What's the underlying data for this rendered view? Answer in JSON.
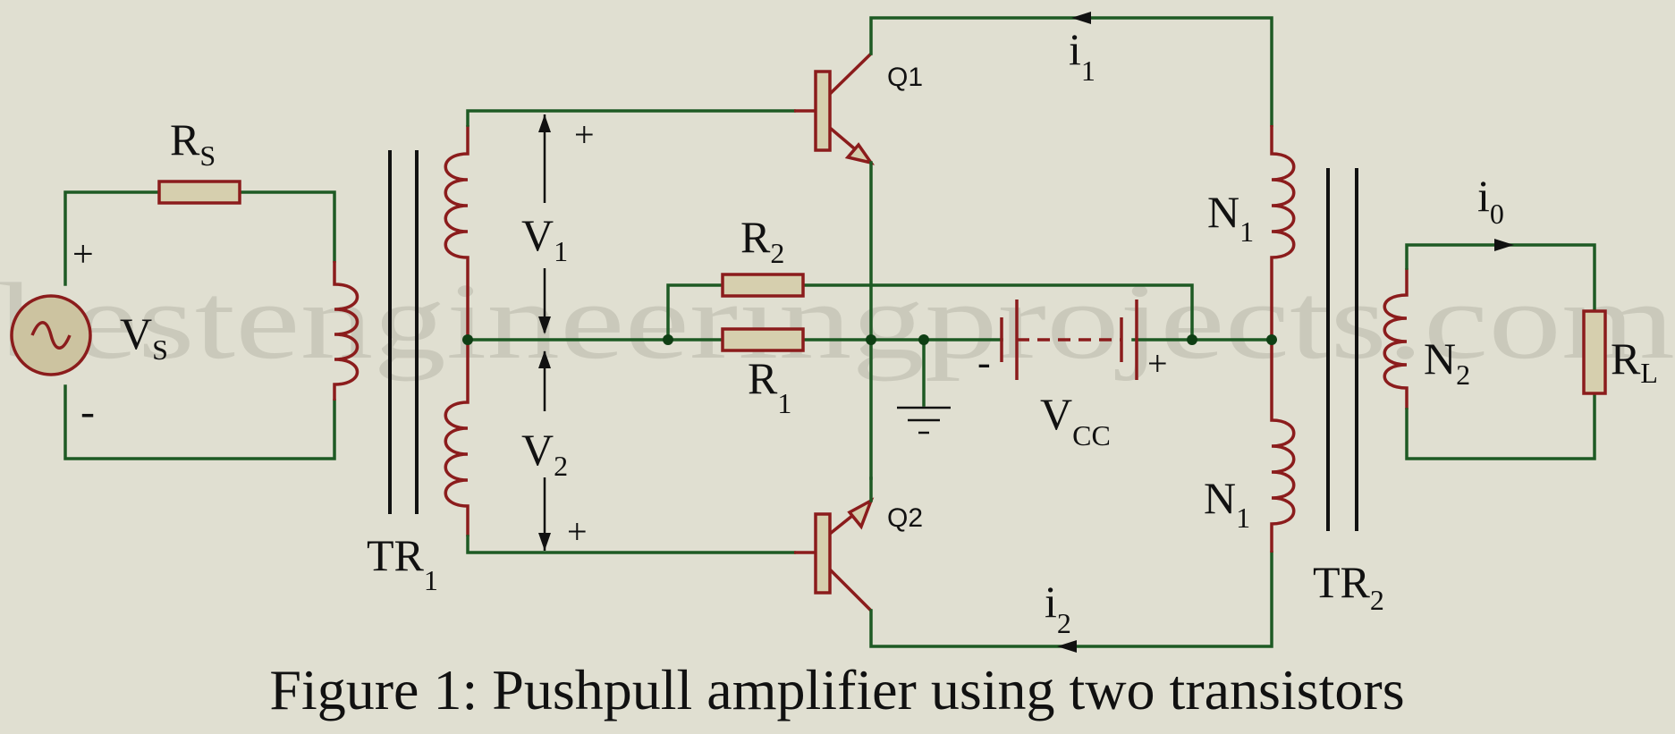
{
  "labels": {
    "rs_main": "R",
    "rs_sub": "S",
    "vs_main": "V",
    "vs_sub": "S",
    "vs_plus": "+",
    "vs_minus": "-",
    "tr1_main": "TR",
    "tr1_sub": "1",
    "v1_main": "V",
    "v1_sub": "1",
    "v1_plus": "+",
    "v2_main": "V",
    "v2_sub": "2",
    "v2_plus": "+",
    "r2_main": "R",
    "r2_sub": "2",
    "r1_main": "R",
    "r1_sub": "1",
    "q1": "Q1",
    "q2": "Q2",
    "i1_main": "i",
    "i1_sub": "1",
    "i2_main": "i",
    "i2_sub": "2",
    "n1a_main": "N",
    "n1a_sub": "1",
    "n1b_main": "N",
    "n1b_sub": "1",
    "vcc_main": "V",
    "vcc_sub": "CC",
    "vcc_minus": "-",
    "vcc_plus": "+",
    "tr2_main": "TR",
    "tr2_sub": "2",
    "i0_main": "i",
    "i0_sub": "0",
    "n2_main": "N",
    "n2_sub": "2",
    "rl_main": "R",
    "rl_sub": "L"
  },
  "caption": "Figure 1: Pushpull amplifier using two transistors",
  "watermark": "bestengineeringprojects.com",
  "colors": {
    "background": "#e0dfd1",
    "wire": "#1e5a24",
    "component": "#8b1c1c",
    "resistor_fill": "#d6cfae",
    "text": "#111111"
  }
}
